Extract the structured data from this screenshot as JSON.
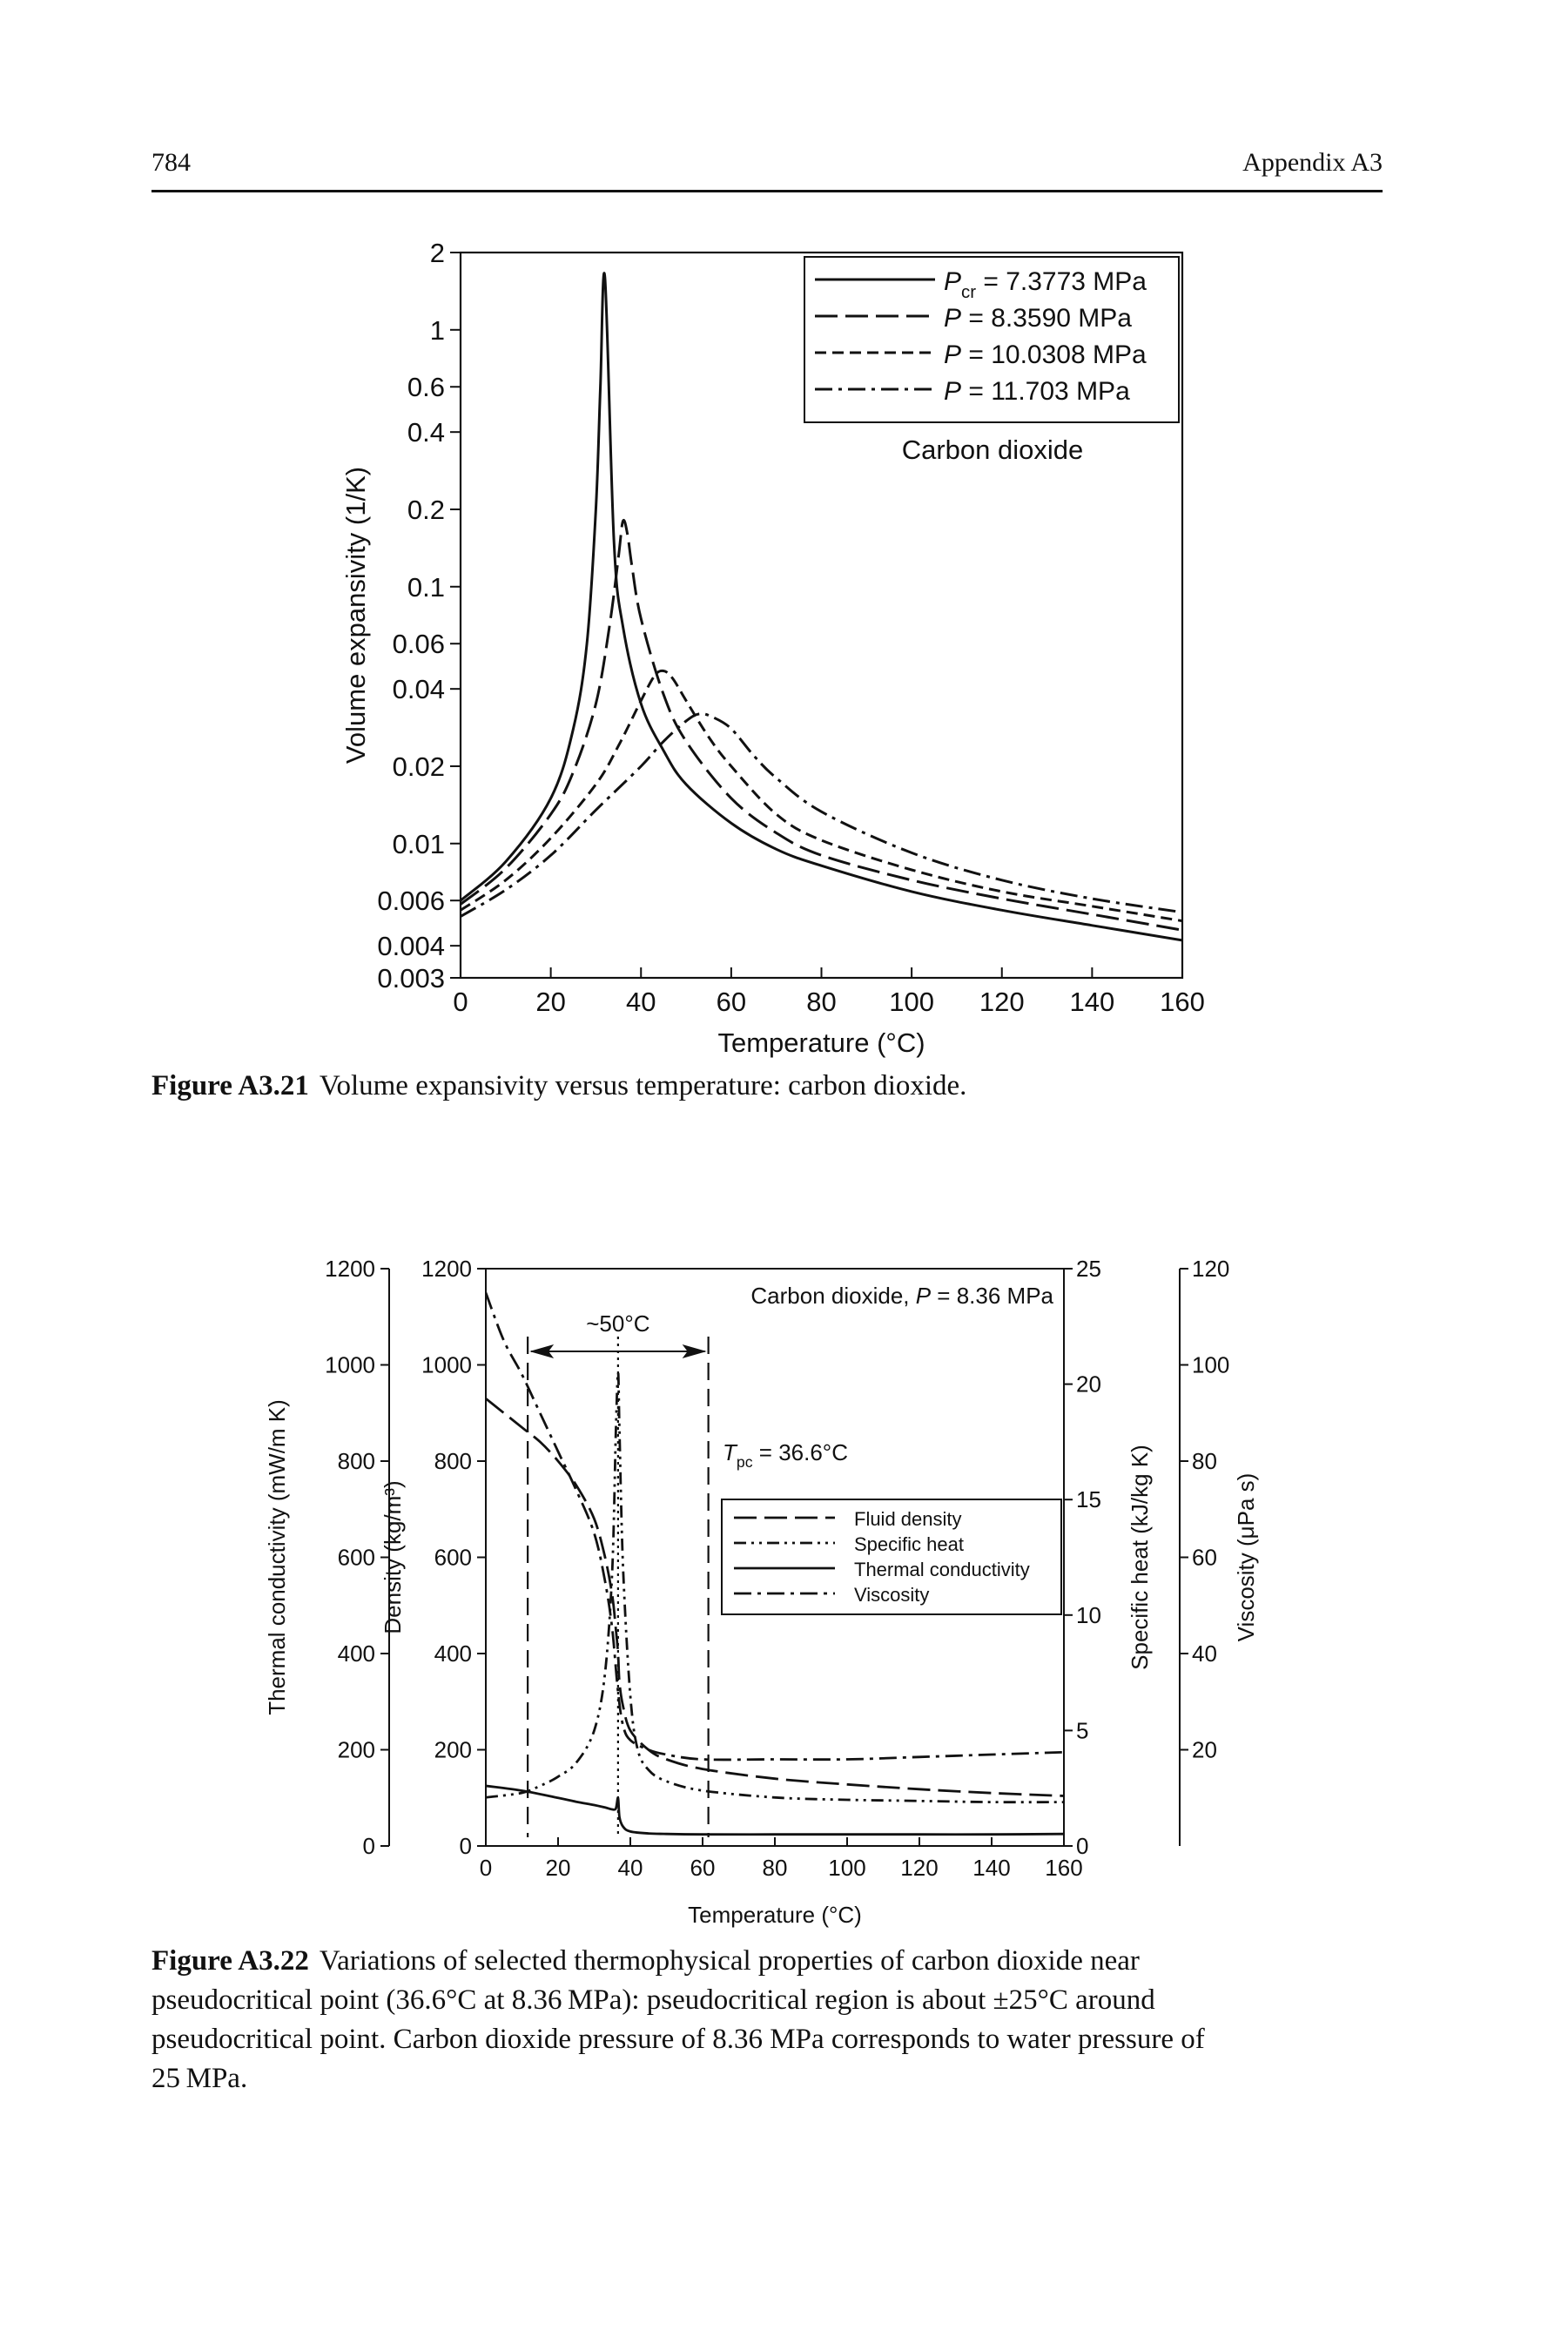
{
  "header": {
    "page_number": "784",
    "running_head": "Appendix A3"
  },
  "figure1": {
    "caption_label": "Figure A3.21",
    "caption_text": "Volume expansivity versus temperature: carbon dioxide.",
    "legend": [
      {
        "line": "solid",
        "text": "P cr = 7.3773 MPa"
      },
      {
        "line": "dashed",
        "text": "P = 8.3590 MPa"
      },
      {
        "line": "short-dashed",
        "text": "P = 10.0308 MPa"
      },
      {
        "line": "dash-dot",
        "text": "P = 11.703 MPa"
      }
    ],
    "annotation": "Carbon dioxide"
  },
  "figure2": {
    "caption_label": "Figure A3.22",
    "caption_lines": [
      "Variations of selected thermophysical properties of carbon dioxide near",
      "pseudocritical point (36.6°C at 8.36 MPa): pseudocritical region is about ±25°C around",
      "pseudocritical point. Carbon dioxide pressure of 8.36 MPa corresponds to water pressure of",
      "25 MPa."
    ],
    "title": "Carbon dioxide, P = 8.36 MPa",
    "region_label": "~50°C",
    "tpc_label": "T pc = 36.6°C",
    "legend": [
      {
        "line": "dashed",
        "text": "Fluid density"
      },
      {
        "line": "dash-dot-dot",
        "text": "Specific heat"
      },
      {
        "line": "solid",
        "text": "Thermal conductivity"
      },
      {
        "line": "dash-dot",
        "text": "Viscosity"
      }
    ]
  },
  "chart_data": [
    {
      "type": "line",
      "title": "",
      "xlabel": "Temperature (°C)",
      "ylabel": "Volume expansivity (1/K)",
      "y_scale": "log",
      "xlim": [
        0,
        160
      ],
      "ylim": [
        0.003,
        2
      ],
      "x_ticks": [
        "0",
        "20",
        "40",
        "60",
        "80",
        "100",
        "120",
        "140",
        "160"
      ],
      "y_ticks": [
        {
          "v": 2,
          "label": "2"
        },
        {
          "v": 1,
          "label": "1"
        },
        {
          "v": 0.6,
          "label": "0.6"
        },
        {
          "v": 0.4,
          "label": "0.4"
        },
        {
          "v": 0.2,
          "label": "0.2"
        },
        {
          "v": 0.1,
          "label": "0.1"
        },
        {
          "v": 0.06,
          "label": "0.06"
        },
        {
          "v": 0.04,
          "label": "0.04"
        },
        {
          "v": 0.02,
          "label": "0.02"
        },
        {
          "v": 0.01,
          "label": "0.01"
        },
        {
          "v": 0.006,
          "label": "0.006"
        },
        {
          "v": 0.004,
          "label": "0.004"
        },
        {
          "v": 0.003,
          "label": "0.003"
        }
      ],
      "legend_position": "top-right",
      "series": [
        {
          "name": "Pcr = 7.3773 MPa",
          "style": "solid",
          "x": [
            0,
            10,
            20,
            25,
            28,
            30,
            31,
            32,
            34,
            36,
            40,
            45,
            50,
            60,
            70,
            80,
            100,
            120,
            140,
            160
          ],
          "y": [
            0.006,
            0.0085,
            0.015,
            0.028,
            0.06,
            0.2,
            0.6,
            1.6,
            0.15,
            0.07,
            0.035,
            0.023,
            0.017,
            0.012,
            0.0095,
            0.0082,
            0.0065,
            0.0055,
            0.0048,
            0.0042
          ]
        },
        {
          "name": "P = 8.3590 MPa",
          "style": "dashed",
          "x": [
            0,
            10,
            20,
            25,
            30,
            33,
            35,
            36,
            37,
            38,
            40,
            45,
            50,
            60,
            70,
            80,
            100,
            120,
            140,
            160
          ],
          "y": [
            0.0058,
            0.008,
            0.013,
            0.019,
            0.035,
            0.07,
            0.13,
            0.18,
            0.16,
            0.12,
            0.075,
            0.038,
            0.025,
            0.015,
            0.011,
            0.009,
            0.0072,
            0.0061,
            0.0053,
            0.0046
          ]
        },
        {
          "name": "P = 10.0308 MPa",
          "style": "short-dashed",
          "x": [
            0,
            10,
            20,
            30,
            35,
            40,
            43,
            45,
            47,
            50,
            55,
            60,
            70,
            80,
            100,
            120,
            140,
            160
          ],
          "y": [
            0.0055,
            0.0072,
            0.0105,
            0.017,
            0.024,
            0.036,
            0.045,
            0.047,
            0.044,
            0.036,
            0.026,
            0.02,
            0.013,
            0.0103,
            0.0079,
            0.0065,
            0.0057,
            0.005
          ]
        },
        {
          "name": "P = 11.703 MPa",
          "style": "dash-dot",
          "x": [
            0,
            10,
            20,
            30,
            40,
            45,
            50,
            53,
            56,
            60,
            65,
            70,
            80,
            100,
            120,
            140,
            160
          ],
          "y": [
            0.0052,
            0.0066,
            0.009,
            0.0135,
            0.02,
            0.025,
            0.03,
            0.032,
            0.031,
            0.028,
            0.022,
            0.018,
            0.0133,
            0.0092,
            0.0072,
            0.0061,
            0.0054
          ]
        }
      ]
    },
    {
      "type": "line",
      "title": "Carbon dioxide, P = 8.36 MPa",
      "xlabel": "Temperature (°C)",
      "xlim": [
        0,
        160
      ],
      "x_ticks": [
        "0",
        "20",
        "40",
        "60",
        "80",
        "100",
        "120",
        "140",
        "160"
      ],
      "axes": [
        {
          "label": "Thermal conductivity (mW/m K)",
          "side": "far-left",
          "range": [
            0,
            1200
          ],
          "ticks": [
            "0",
            "200",
            "400",
            "600",
            "800",
            "1000",
            "1200"
          ]
        },
        {
          "label": "Density (kg/m³)",
          "side": "left",
          "range": [
            0,
            1200
          ],
          "ticks": [
            "0",
            "200",
            "400",
            "600",
            "800",
            "1000",
            "1200"
          ]
        },
        {
          "label": "Specific heat (kJ/kg K)",
          "side": "right",
          "range": [
            0,
            25
          ],
          "ticks": [
            "0",
            "5",
            "10",
            "15",
            "20",
            "25"
          ]
        },
        {
          "label": "Viscosity (μPa s)",
          "side": "far-right",
          "range": [
            0,
            120
          ],
          "ticks": [
            "20",
            "40",
            "60",
            "80",
            "100",
            "120"
          ]
        }
      ],
      "reference_lines_x": [
        11.6,
        36.6,
        61.6
      ],
      "legend_position": "center-right",
      "series": [
        {
          "name": "Fluid density",
          "style": "dashed",
          "axis": "Density (kg/m³)",
          "x": [
            0,
            5,
            10,
            15,
            20,
            25,
            30,
            33,
            35,
            36,
            36.6,
            37,
            38,
            40,
            45,
            50,
            60,
            80,
            100,
            120,
            140,
            160
          ],
          "y": [
            930,
            900,
            870,
            840,
            800,
            750,
            680,
            600,
            520,
            450,
            400,
            340,
            290,
            240,
            200,
            180,
            160,
            140,
            128,
            118,
            110,
            104
          ]
        },
        {
          "name": "Specific heat",
          "style": "dash-dot-dot",
          "axis": "Specific heat (kJ/kg K)",
          "x": [
            0,
            10,
            15,
            20,
            25,
            30,
            33,
            35,
            36,
            36.6,
            37,
            38,
            40,
            42,
            45,
            50,
            60,
            80,
            100,
            120,
            140,
            160
          ],
          "y": [
            2.1,
            2.3,
            2.6,
            3.0,
            3.6,
            5.0,
            7.5,
            12.0,
            18.0,
            20.5,
            18.0,
            12.0,
            6.5,
            4.2,
            3.3,
            2.8,
            2.4,
            2.1,
            2.0,
            1.95,
            1.9,
            1.9
          ]
        },
        {
          "name": "Thermal conductivity",
          "style": "solid",
          "axis": "Thermal conductivity (mW/m K)",
          "x": [
            0,
            10,
            20,
            25,
            30,
            33,
            35,
            36,
            36.6,
            37,
            38,
            40,
            45,
            50,
            60,
            80,
            100,
            120,
            140,
            160
          ],
          "y": [
            125,
            115,
            100,
            92,
            85,
            80,
            76,
            78,
            100,
            60,
            40,
            30,
            26,
            25,
            24,
            24,
            24,
            24,
            24,
            25
          ]
        },
        {
          "name": "Viscosity",
          "style": "dash-dot",
          "axis": "Viscosity (μPa s)",
          "x": [
            0,
            5,
            10,
            15,
            20,
            25,
            30,
            33,
            35,
            36.6,
            38,
            40,
            45,
            50,
            60,
            80,
            100,
            120,
            140,
            160
          ],
          "y": [
            115,
            105,
            98,
            90,
            82,
            74,
            65,
            55,
            45,
            32,
            25,
            22,
            20,
            19,
            18,
            18,
            18,
            18.5,
            19,
            19.5
          ]
        }
      ]
    }
  ]
}
